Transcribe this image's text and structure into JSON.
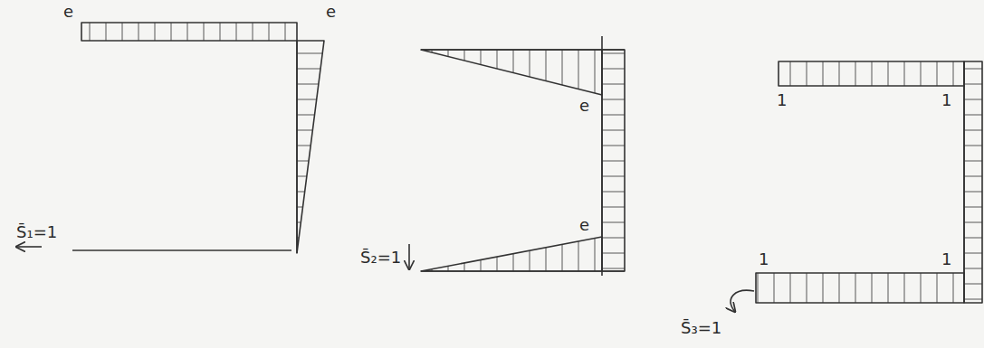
{
  "diagram": {
    "labels": [
      "e",
      "e",
      "S̄₁=1",
      "e",
      "e",
      "S̄₂=1",
      "1",
      "1",
      "1",
      "1",
      "S̄₃=1"
    ]
  }
}
